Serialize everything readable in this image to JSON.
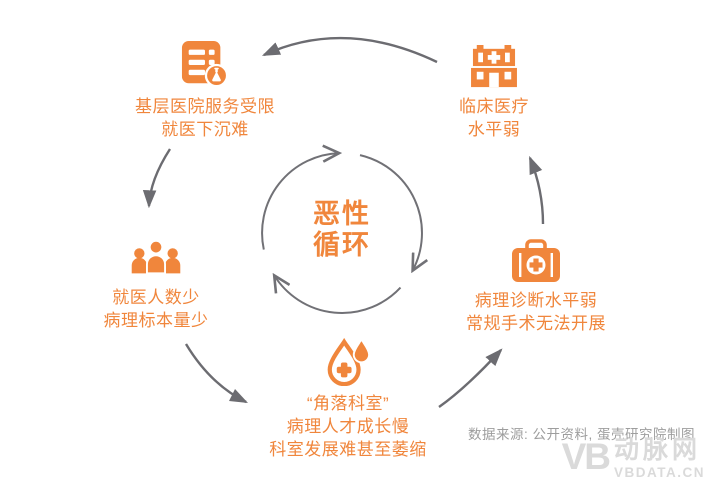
{
  "title": {
    "line1": "恶性",
    "line2": "循环"
  },
  "nodes": {
    "grassroots": {
      "line1": "基层医院服务受限",
      "line2": "就医下沉难"
    },
    "clinical": {
      "line1": "临床医疗",
      "line2": "水平弱"
    },
    "patients": {
      "line1": "就医人数少",
      "line2": "病理标本量少"
    },
    "corner": {
      "line1": "“角落科室”",
      "line2": "病理人才成长慢",
      "line3": "科室发展难甚至萎缩"
    },
    "pathology": {
      "line1": "病理诊断水平弱",
      "line2": "常规手术无法开展"
    }
  },
  "icons": {
    "grassroots": "document-flask-icon",
    "clinical": "hospital-building-icon",
    "patients": "people-group-icon",
    "corner": "droplet-cross-icon",
    "pathology": "first-aid-kit-icon",
    "center": "clockwise-cycle-arrows"
  },
  "footer": {
    "source_note": "数据来源: 公开资料, 蛋壳研究院制图"
  },
  "watermark": {
    "monogram": "VB",
    "name_cn": "动脉网",
    "domain": "VBDATA.CN"
  },
  "colors": {
    "accent_orange": "#F0863C",
    "arrow_gray": "#6C6C71",
    "cycle_gray": "#717176",
    "source_text_gray": "#9D9D9D",
    "watermark_gray": "#DADADA",
    "background": "#FFFFFF"
  }
}
